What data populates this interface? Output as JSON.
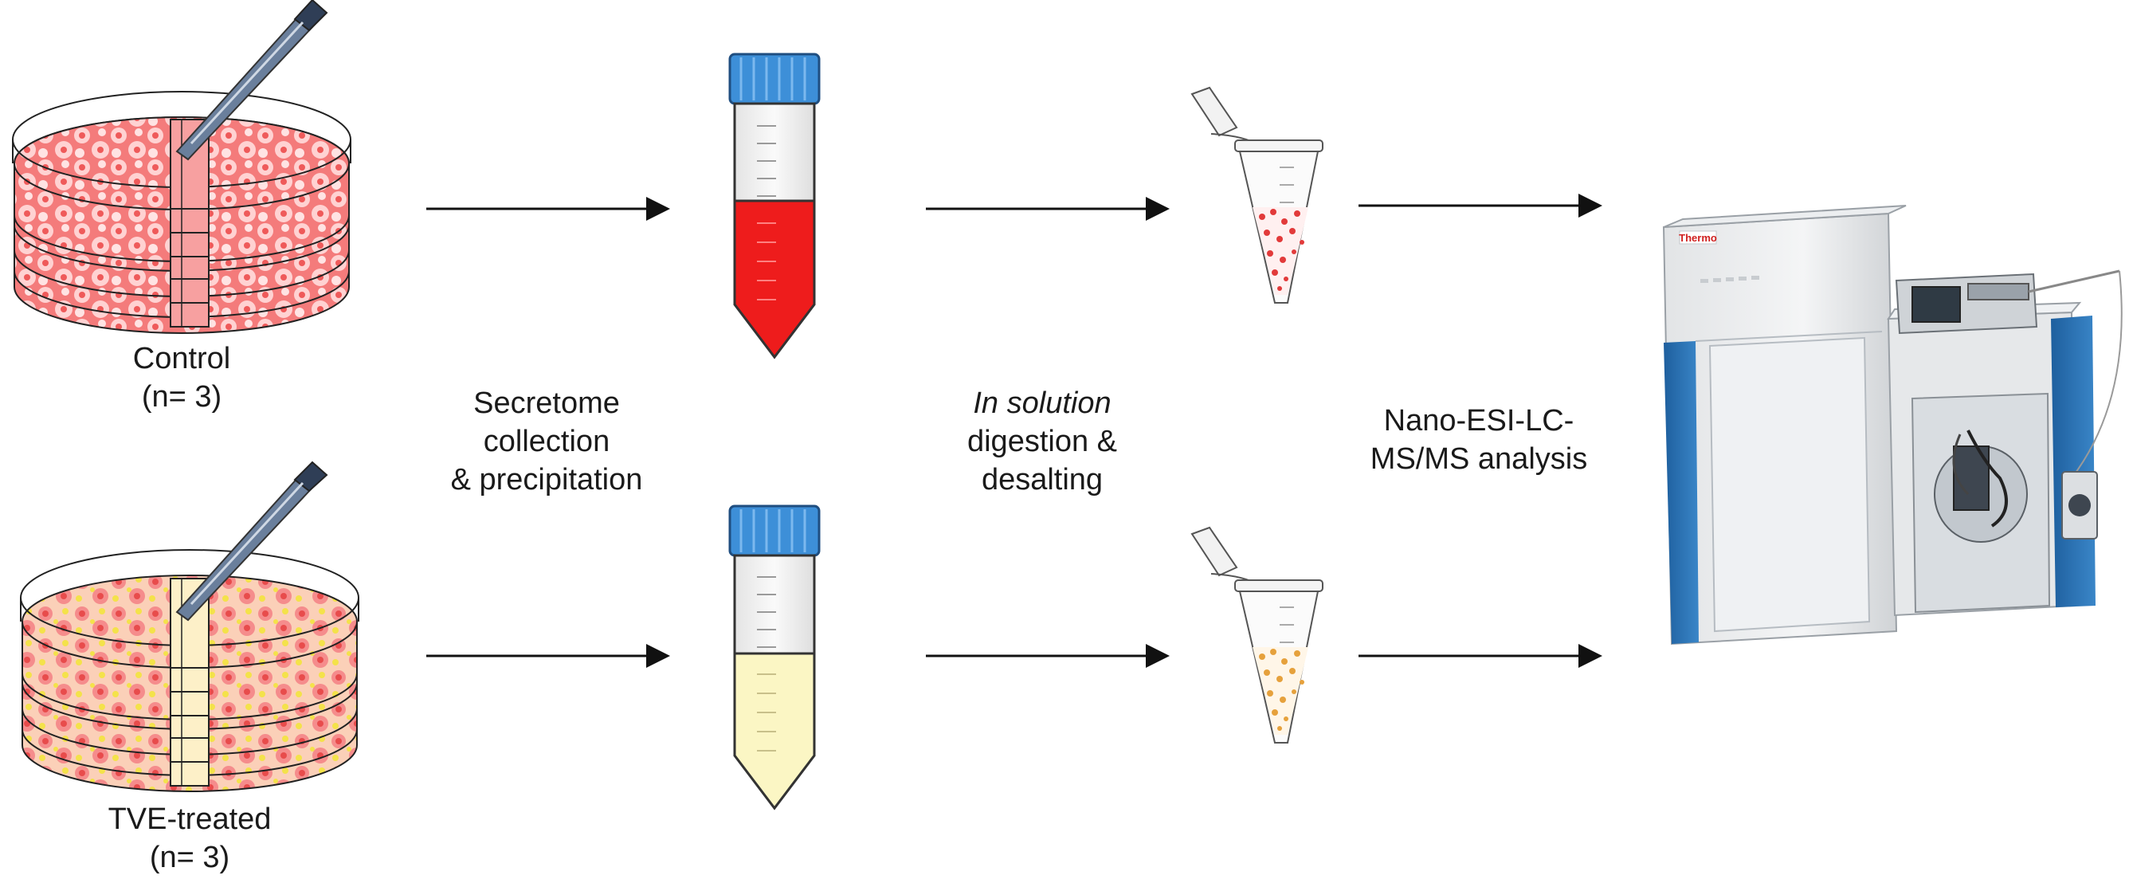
{
  "groups": {
    "control": {
      "name": "Control",
      "n": "(n= 3)"
    },
    "treated": {
      "name": "TVE-treated",
      "n": "(n= 3)"
    }
  },
  "steps": {
    "collection": {
      "line1": "Secretome",
      "line2": "collection",
      "line3": "& precipitation"
    },
    "digestion": {
      "line1": "In solution",
      "line2": "digestion &",
      "line3": "desalting"
    },
    "analysis": {
      "line1": "Nano-ESI-LC-",
      "line2": "MS/MS analysis"
    }
  },
  "instrument": {
    "brand": "Thermo"
  },
  "colors": {
    "control_medium": "#f25f5f",
    "control_tube_fill": "#ee1c1c",
    "treated_medium": "#f7b8a0",
    "treated_tube_fill": "#fbf6c4",
    "cap": "#3d8fd8",
    "instrument_blue": "#2a6fb0"
  }
}
